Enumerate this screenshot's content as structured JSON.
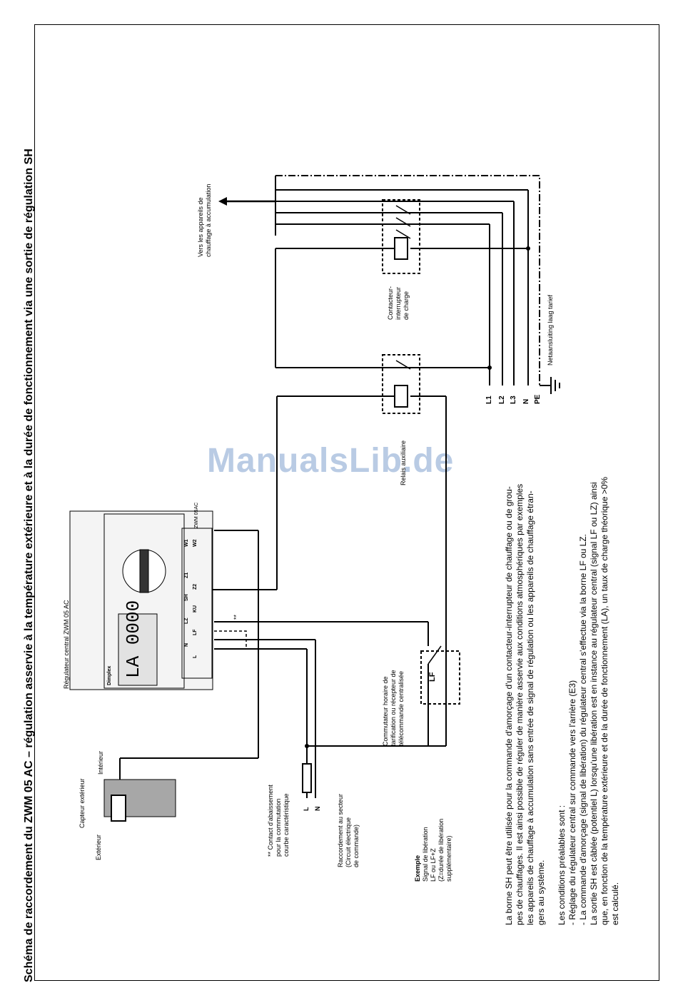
{
  "title": "Schéma de raccordement du ZWM 05 AC – régulation asservie à la température extérieure et à la durée de fonctionnement via une sortie de régulation SH",
  "labels": {
    "appliances": [
      "Vers les appareils de",
      "chauffage à accumulation"
    ],
    "contactor": [
      "Contacteur-",
      "interrupteur",
      "de charge"
    ],
    "netaansluiting": "Netaansluiting laag tarief",
    "relay": "Relais auxiliaire",
    "regulator": "Régulateur central ZWM 05 AC",
    "brand": "Dimplex",
    "model": "ZWM 05AC",
    "display": "LA 0000",
    "timer": [
      "Commutateur horaire de",
      "tarification ou récepteur de",
      "télécommande centralisée"
    ],
    "lf_switch": "LF",
    "capteur": "Capteur extérieur",
    "exterieur": "Extérieur",
    "interieur": "Intérieur",
    "contact": [
      "** Contact d'abaissement",
      "pour la commutation",
      "courbe caractéristique"
    ],
    "double_star": "**",
    "mains": [
      "Raccordement au secteur",
      "(Circuit électrique",
      "de commande)"
    ],
    "mains_l": "L",
    "mains_n": "N",
    "example_title": "Exemple",
    "example_lines": [
      "Signal de libération",
      "LF ou LF+Z",
      "(Z=durée de libération",
      "supplémentaire)"
    ]
  },
  "lines_right": [
    "L1",
    "L2",
    "L3",
    "N",
    "PE"
  ],
  "terminals": [
    "W1",
    "W2",
    "Z1",
    "Z2",
    "SH",
    "KU",
    "LZ",
    "LF",
    "N",
    "L"
  ],
  "watermark": "ManualsLib.de",
  "paragraph1": [
    "La borne SH peut être utilisée pour la commande d'amorçage d'un contacteur-interrupteur de chauffage ou de grou-",
    "pes de chauffages. Il est ainsi possible de réguler de manière asservie aux conditions atmosphériques par exemples",
    "les appareils de chauffage à accumulation sans entrée de signal de régulation ou les appareils de chauffage étran-",
    "gers au système."
  ],
  "paragraph2": [
    "Les conditions préalables sont :",
    "- Réglage du régulateur central sur commande vers l'arrière (E3)",
    "- La commande d'amorçage (signal de libération) du régulateur central s'effectue via la borne LF ou LZ.",
    "  La sortie SH est câblée (potentiel L) lorsqu'une libération est en instance au régulateur central (signal LF ou LZ) ainsi",
    "  que, en fonction de la température extérieure et de la durée de fonctionnement (LA), un taux de charge théorique >0%",
    "  est calculé."
  ]
}
